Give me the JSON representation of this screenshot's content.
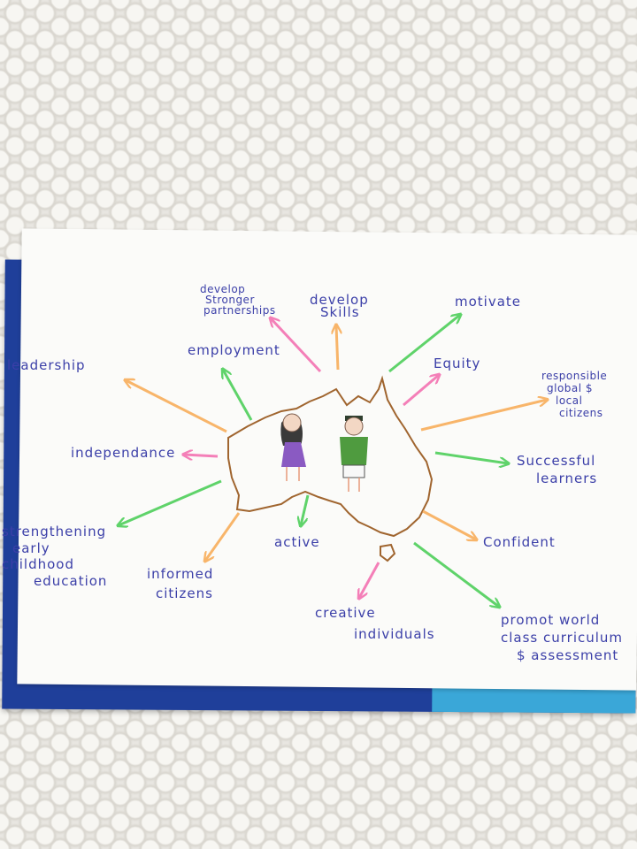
{
  "poster": {
    "words": {
      "develop_partnerships": [
        "develop",
        "Stronger",
        "partnerships"
      ],
      "develop_skills": [
        "develop",
        "Skills"
      ],
      "motivate": "motivate",
      "employment": "employment",
      "leadership": "leadership",
      "equity": "Equity",
      "responsible": [
        "responsible",
        "global $",
        "local",
        "citizens"
      ],
      "independance": "independance",
      "successful": [
        "Successful",
        "learners"
      ],
      "strengthening": [
        "strengthening",
        "early",
        "childhood",
        "education"
      ],
      "active": "active",
      "informed": [
        "informed",
        "citizens"
      ],
      "confident": "Confident",
      "creative": [
        "creative",
        "individuals"
      ],
      "promote": [
        "promot world",
        "class curriculum",
        "$ assessment"
      ]
    },
    "colors": {
      "ink_blue": "#3b3fa8",
      "arrow_green": "#5fd36a",
      "arrow_orange": "#f8b56a",
      "arrow_pink": "#f47fb8",
      "map_outline": "#a0652f",
      "folder_blue": "#1f3f9a",
      "girl_dress": "#8a5ac2",
      "boy_shirt": "#4f9b3f"
    }
  }
}
